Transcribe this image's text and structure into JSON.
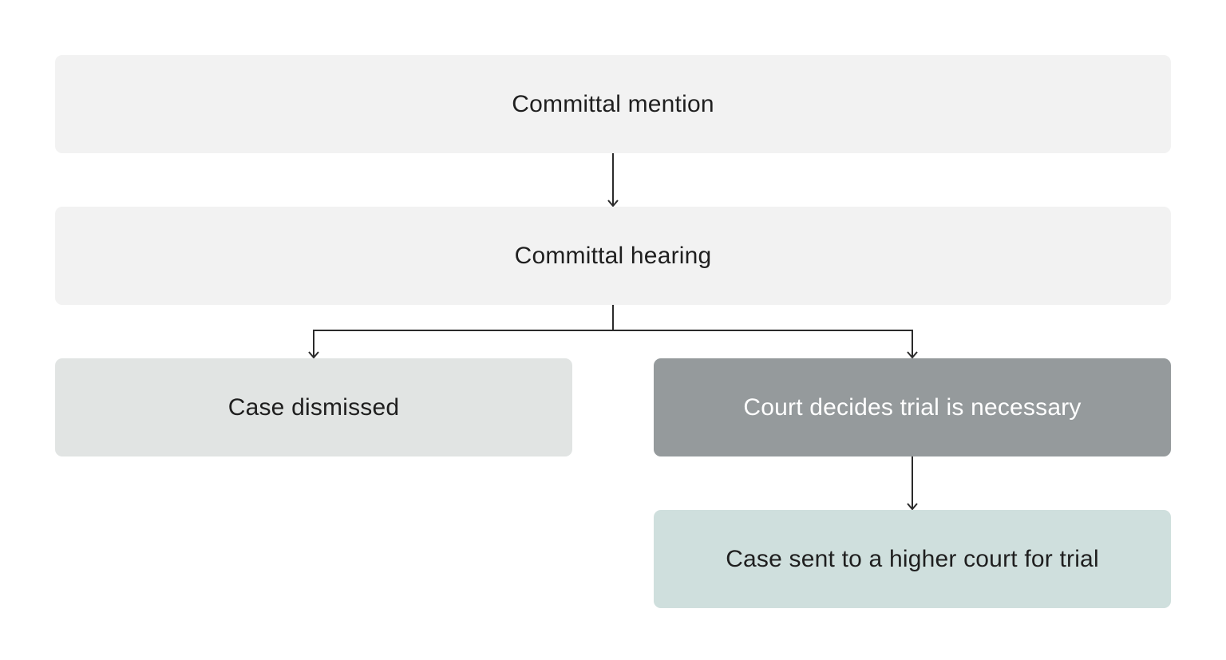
{
  "nodes": {
    "mention": {
      "label": "Committal mention",
      "fill": "#f2f2f2",
      "text_color": "#1f1f1f"
    },
    "hearing": {
      "label": "Committal hearing",
      "fill": "#f2f2f2",
      "text_color": "#1f1f1f"
    },
    "dismissed": {
      "label": "Case dismissed",
      "fill": "#e1e4e3",
      "text_color": "#1f1f1f"
    },
    "trial": {
      "label": "Court decides trial is necessary",
      "fill": "#959a9c",
      "text_color": "#ffffff"
    },
    "higher": {
      "label": "Case sent to a higher court for trial",
      "fill": "#cfdfdd",
      "text_color": "#1f1f1f"
    }
  },
  "edges": [
    {
      "from": "mention",
      "to": "hearing"
    },
    {
      "from": "hearing",
      "to": "dismissed"
    },
    {
      "from": "hearing",
      "to": "trial"
    },
    {
      "from": "trial",
      "to": "higher"
    }
  ],
  "line_color": "#2b2b2b"
}
